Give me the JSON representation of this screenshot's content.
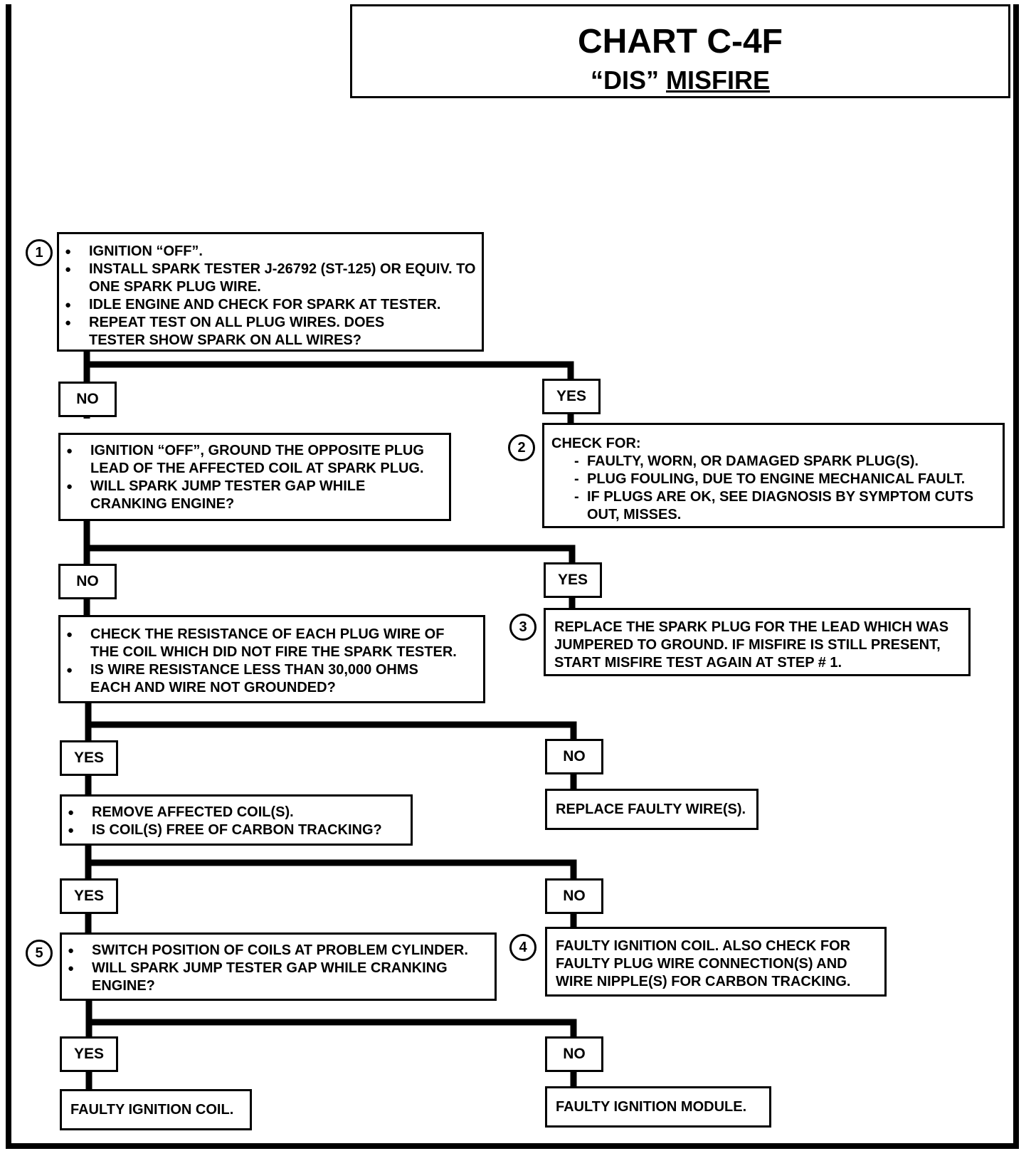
{
  "title": {
    "chart_id": "CHART C-4F",
    "subtitle_quoted": "“DIS”",
    "subtitle_underlined": "MISFIRE"
  },
  "step1": {
    "number": "1",
    "lines": [
      "IGNITION “OFF”.",
      "INSTALL SPARK TESTER J-26792 (ST-125) OR EQUIV. TO ONE SPARK PLUG WIRE.",
      "IDLE ENGINE AND CHECK FOR SPARK AT TESTER.",
      "REPEAT TEST ON ALL PLUG WIRES. DOES TESTER SHOW SPARK ON ALL WIRES?"
    ]
  },
  "branch1": {
    "left": "NO",
    "right": "YES"
  },
  "ground_test": {
    "lines": [
      "IGNITION “OFF”, GROUND THE OPPOSITE PLUG LEAD OF THE AFFECTED COIL AT SPARK PLUG.",
      "WILL SPARK JUMP TESTER GAP WHILE CRANKING ENGINE?"
    ]
  },
  "step2": {
    "number": "2",
    "heading": "CHECK FOR:",
    "items": [
      "FAULTY, WORN, OR DAMAGED SPARK PLUG(S).",
      "PLUG FOULING, DUE TO ENGINE MECHANICAL FAULT.",
      "IF PLUGS ARE OK, SEE DIAGNOSIS BY SYMPTOM CUTS OUT, MISSES."
    ]
  },
  "branch2": {
    "left": "NO",
    "right": "YES"
  },
  "resistance_check": {
    "lines": [
      "CHECK THE RESISTANCE OF EACH PLUG WIRE OF THE COIL WHICH DID NOT FIRE THE SPARK TESTER.",
      "IS WIRE RESISTANCE LESS THAN 30,000 OHMS EACH AND WIRE NOT GROUNDED?"
    ]
  },
  "step3": {
    "number": "3",
    "text": "REPLACE THE SPARK PLUG FOR THE LEAD WHICH WAS JUMPERED TO GROUND. IF MISFIRE IS STILL PRESENT, START MISFIRE TEST AGAIN AT STEP # 1."
  },
  "branch3": {
    "left": "YES",
    "right": "NO"
  },
  "coil_check": {
    "lines": [
      "REMOVE AFFECTED COIL(S).",
      "IS COIL(S) FREE OF CARBON TRACKING?"
    ]
  },
  "replace_wire": {
    "text": "REPLACE FAULTY WIRE(S)."
  },
  "branch4": {
    "left": "YES",
    "right": "NO"
  },
  "step4": {
    "number": "4",
    "text": "FAULTY IGNITION COIL. ALSO CHECK FOR FAULTY PLUG WIRE CONNECTION(S) AND WIRE NIPPLE(S) FOR CARBON TRACKING."
  },
  "step5": {
    "number": "5",
    "lines": [
      "SWITCH POSITION OF COILS AT PROBLEM CYLINDER.",
      "WILL SPARK JUMP TESTER GAP WHILE CRANKING ENGINE?"
    ]
  },
  "branch5": {
    "left": "YES",
    "right": "NO"
  },
  "result_coil": {
    "text": "FAULTY IGNITION COIL."
  },
  "result_module": {
    "text": "FAULTY IGNITION MODULE."
  }
}
